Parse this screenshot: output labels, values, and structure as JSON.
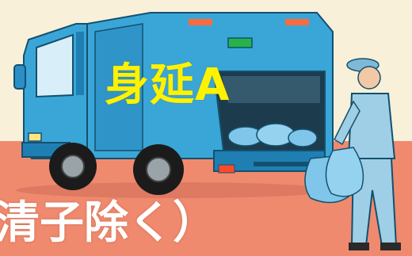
{
  "headline": "身延A",
  "banner_text": "清子除く）",
  "illustration": {
    "subject": "garbage-truck-and-worker",
    "colors": {
      "sky": "#f8f0d9",
      "ground": "#f08a6e",
      "truck_body": "#3aa6d8",
      "truck_dark": "#1f7fb3",
      "worker_uniform": "#9fcfe6",
      "bags": "#7fc6ea",
      "headline": "#fff200",
      "banner": "#ffffff"
    }
  }
}
